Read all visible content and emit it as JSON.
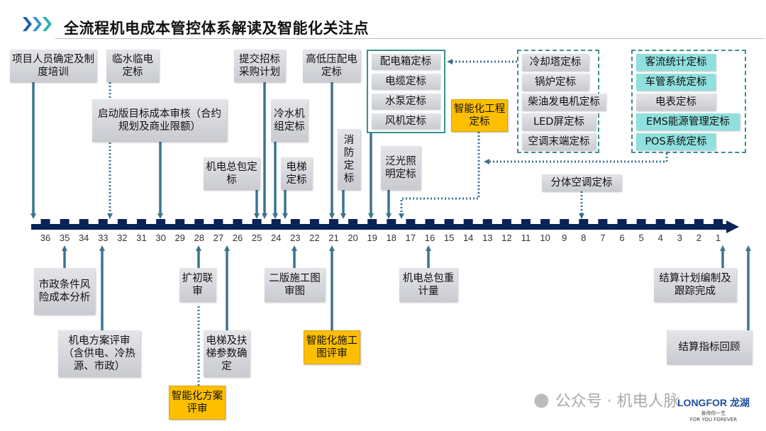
{
  "title": "全流程机电成本管控体系解读及智能化关注点",
  "timeline": {
    "numbers": [
      "36",
      "35",
      "34",
      "33",
      "32",
      "31",
      "30",
      "29",
      "28",
      "27",
      "26",
      "25",
      "24",
      "23",
      "22",
      "21",
      "20",
      "19",
      "18",
      "17",
      "16",
      "15",
      "14",
      "13",
      "12",
      "11",
      "10",
      "9",
      "8",
      "7",
      "6",
      "5",
      "4",
      "3",
      "2",
      "1"
    ],
    "bar_color": "#0b2257",
    "arrow_color": "#3d7391"
  },
  "top": {
    "b1": "项目人员确定及制度培训",
    "b2": "临水临电定标",
    "b3": "启动版目标成本审核（合约规划及商业限额）",
    "b4": "提交招标采购计划",
    "b5": "冷水机组定标",
    "b6": "机电总包定标",
    "b7": "电梯定标",
    "b8": "高低压配电定标",
    "b9": "消防定标",
    "b10": "泛光照明定标",
    "b11": "智能化工程定标",
    "b12": "分体空调定标"
  },
  "group_a": [
    "配电箱定标",
    "电缆定标",
    "水泵定标",
    "风机定标"
  ],
  "group_b": [
    "冷却塔定标",
    "锅炉定标",
    "柴油发电机定标",
    "LED屏定标",
    "空调末端定标"
  ],
  "group_c": [
    {
      "label": "客流统计定标",
      "highlight": true
    },
    {
      "label": "车管系统定标",
      "highlight": true
    },
    {
      "label": "电表定标",
      "highlight": false
    },
    {
      "label": "EMS能源管理定标",
      "highlight": true
    },
    {
      "label": "POS系统定标",
      "highlight": true
    }
  ],
  "bottom": {
    "b1": "市政条件风险成本分析",
    "b2": "机电方案评审（含供电、冷热源、市政）",
    "b3": "扩初联审",
    "b4": "智能化方案评审",
    "b5": "电梯及扶梯参数确定",
    "b6": "二版施工图审图",
    "b7": "智能化施工图评审",
    "b8": "机电总包重计量",
    "b9": "结算计划编制及跟踪完成",
    "b10": "结算指标回顾"
  },
  "colors": {
    "highlight_orange": "#fdbf00",
    "highlight_teal": "#8fe0de",
    "group_border": "#3d8f8c"
  },
  "watermark": "公众号 · 机电人脉",
  "logo": {
    "brand": "LONGFOR 龙湖",
    "slogan": "善待你一生",
    "tagline": "FOR YOU FOREVER"
  }
}
